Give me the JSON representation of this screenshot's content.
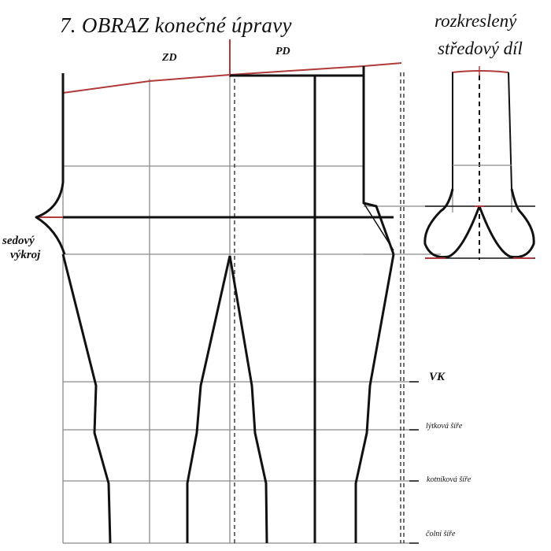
{
  "title": "7.   OBRAZ konečné úpravy",
  "labels": {
    "back_piece": "ZD",
    "front_piece": "PD",
    "side_title_line1": "rozkreslený",
    "side_title_line2": "středový díl",
    "seat_cut_line1": "sedový",
    "seat_cut_line2": "výkroj",
    "knee_line": "VK",
    "calf_width": "lýtková šíře",
    "ankle_width": "kotníková šíře",
    "foot_width": "čolní šíře"
  },
  "colors": {
    "line": "#111111",
    "grid": "#8a8a8a",
    "accent": "#b03a3a"
  }
}
